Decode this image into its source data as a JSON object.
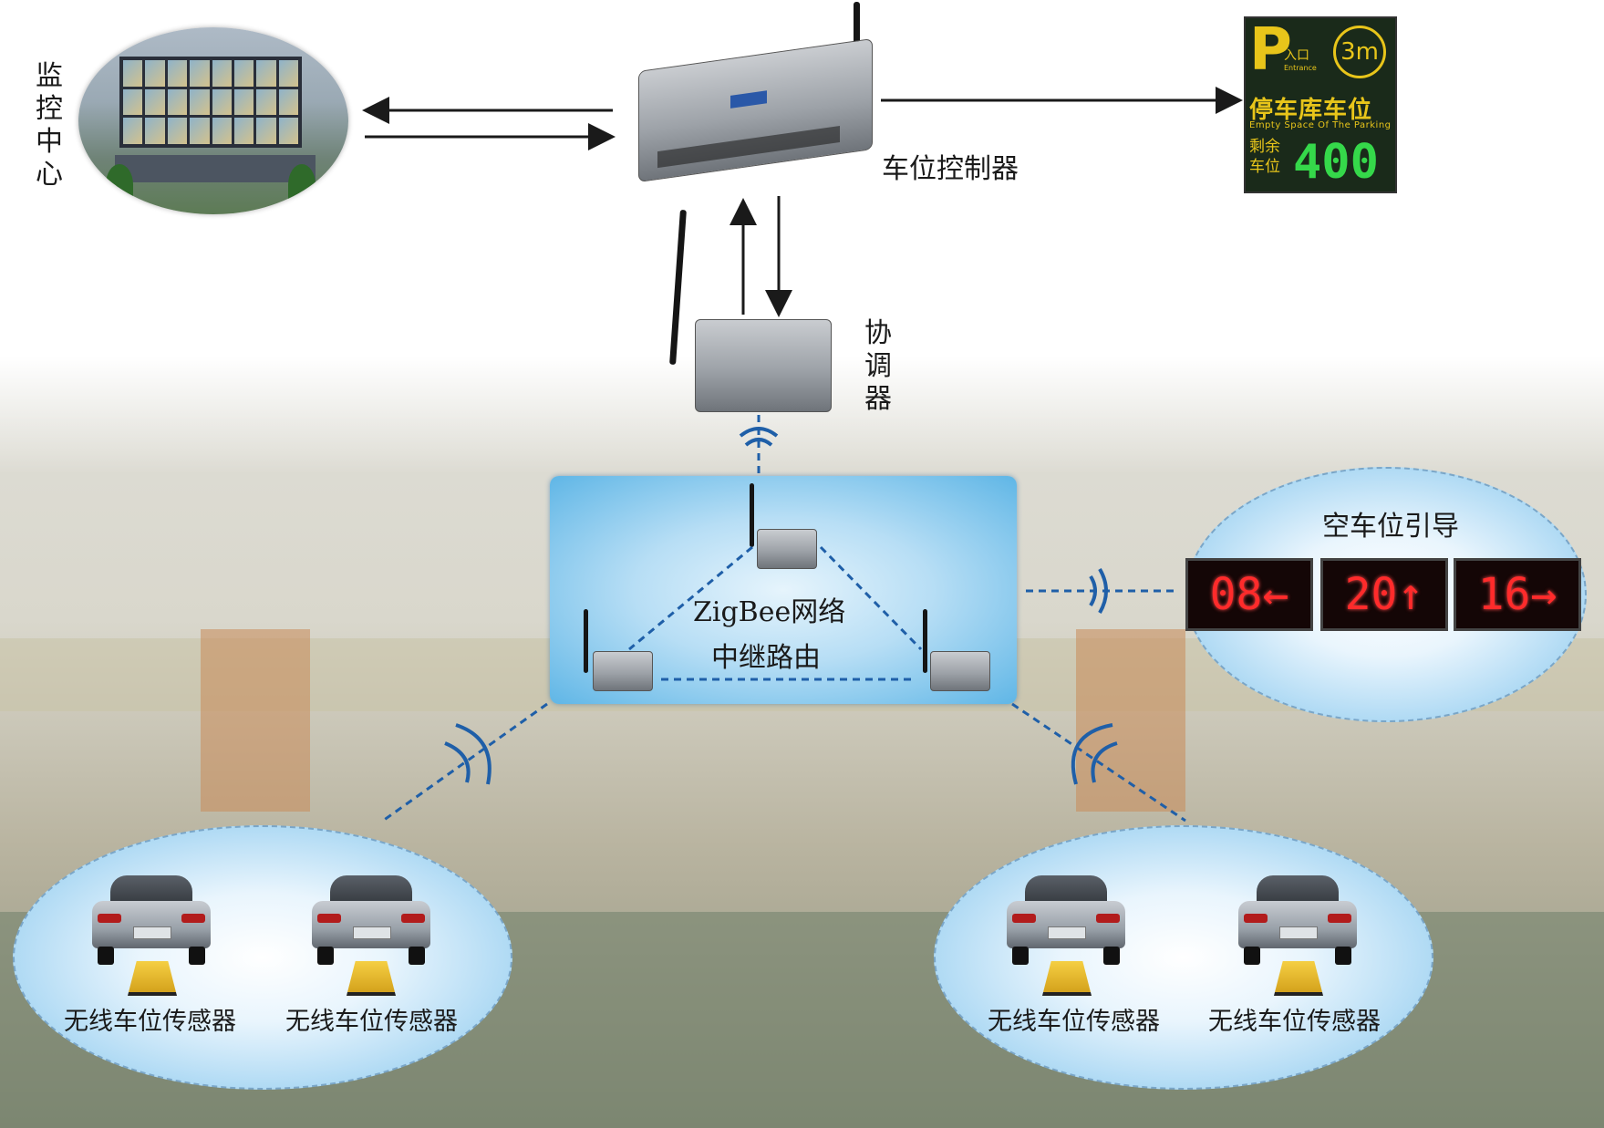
{
  "monitoring_center": {
    "label": "监控中心"
  },
  "controller": {
    "label": "车位控制器"
  },
  "coordinator": {
    "label": "协调器"
  },
  "parking_sign": {
    "letter": "P",
    "entrance": "入口",
    "entrance_en": "Entrance",
    "height_limit": "3m",
    "title": "停车库车位",
    "subtitle": "Empty Space Of The Parking",
    "remaining_label": "剩余车位",
    "remaining_count": "400"
  },
  "zigbee": {
    "line1": "ZigBee网络",
    "line2": "中继路由"
  },
  "guidance": {
    "title": "空车位引导",
    "displays": [
      {
        "text": "08←"
      },
      {
        "text": "20↑"
      },
      {
        "text": "16→"
      }
    ]
  },
  "sensors": {
    "left": [
      "无线车位传感器",
      "无线车位传感器"
    ],
    "right": [
      "无线车位传感器",
      "无线车位传感器"
    ]
  },
  "colors": {
    "arrow": "#1a1a1a",
    "dashed_link": "#1f5fa8",
    "sign_text": "#e8c51a",
    "sign_number": "#35d84a",
    "led_text": "#ff2b2b"
  }
}
